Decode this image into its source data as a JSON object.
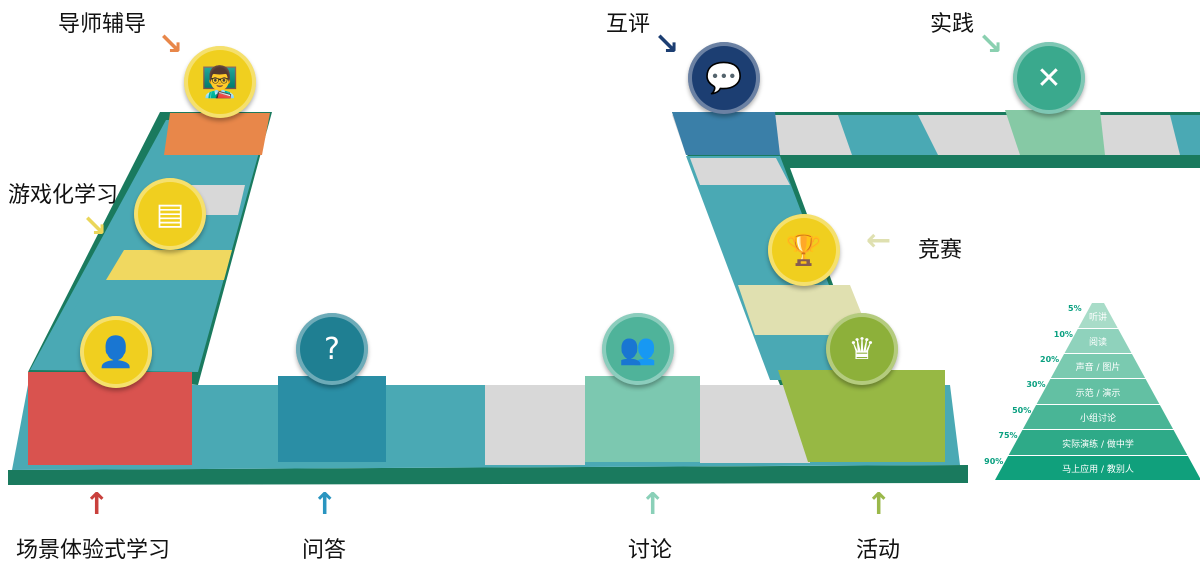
{
  "stages": {
    "mentoring": "导师辅导",
    "gamified": "游戏化学习",
    "scenario": "场景体验式学习",
    "qa": "问答",
    "discussion": "讨论",
    "activity": "活动",
    "competition": "竞赛",
    "peer_review": "互评",
    "practice": "实践"
  },
  "colors": {
    "board_edge": "#1a7a5e",
    "red": "#d9534f",
    "orange": "#e8874a",
    "yellow": "#f0cf3a",
    "teal": "#2a9db5",
    "mint": "#7cc8b0",
    "olive": "#97b844",
    "navy": "#1c3e72"
  },
  "pyramid": [
    {
      "pct": "5%",
      "label": "听讲"
    },
    {
      "pct": "10%",
      "label": "阅读"
    },
    {
      "pct": "20%",
      "label": "声音 / 图片"
    },
    {
      "pct": "30%",
      "label": "示范 / 演示"
    },
    {
      "pct": "50%",
      "label": "小组讨论"
    },
    {
      "pct": "75%",
      "label": "实际演练 / 做中学"
    },
    {
      "pct": "90%",
      "label": "马上应用 / 教别人"
    }
  ]
}
